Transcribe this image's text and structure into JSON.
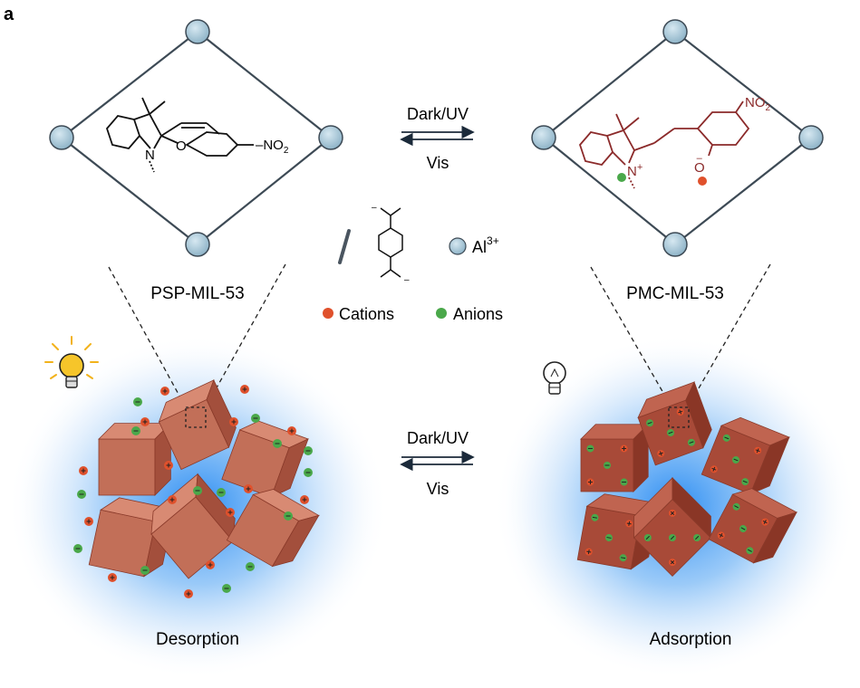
{
  "panel_label": "a",
  "top_arrow": {
    "forward_label": "Dark/UV",
    "reverse_label": "Vis"
  },
  "bottom_arrow": {
    "forward_label": "Dark/UV",
    "reverse_label": "Vis"
  },
  "left_framework": {
    "name": "PSP-MIL-53",
    "molecule": {
      "n_label": "N",
      "o_label": "O",
      "nitro_label": "–NO",
      "nitro_sub": "2"
    }
  },
  "right_framework": {
    "name": "PMC-MIL-53",
    "molecule": {
      "nitro_label": "NO",
      "nitro_sub": "2",
      "n_label": "N",
      "n_charge": "+",
      "o_label": "O",
      "o_charge": "–"
    }
  },
  "legend": {
    "metal_label": "Al",
    "metal_charge": "3+",
    "cation_label": "Cations",
    "anion_label": "Anions",
    "carboxylate_charge": "–"
  },
  "left_state": {
    "caption": "Desorption",
    "bulb": "lit"
  },
  "right_state": {
    "caption": "Adsorption",
    "bulb": "unlit"
  },
  "colors": {
    "node": "#a9c8d8",
    "frame": "#3d4a55",
    "crystal": "#c26f58",
    "crystal_dark": "#a34f3c",
    "cation": "#e0512c",
    "anion": "#4aa84a",
    "glow": "#2f8ff0",
    "molecule_right": "#8b2a2a"
  },
  "icons": [
    "lightbulb-lit-icon",
    "lightbulb-unlit-icon",
    "cation-icon",
    "anion-icon",
    "al-node-icon"
  ]
}
